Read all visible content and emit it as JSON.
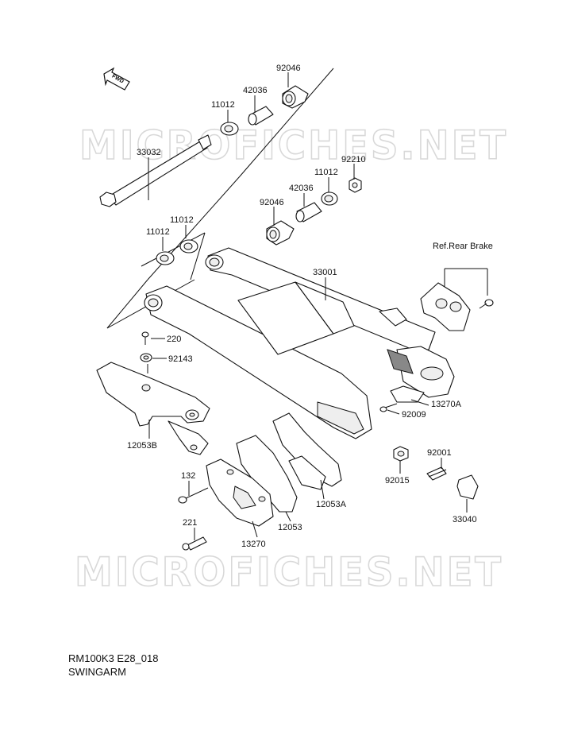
{
  "diagram": {
    "fwd_icon": "fwd-arrow-icon",
    "fwd_label": "FWD",
    "watermarks": [
      "MICROFICHES.NET",
      "MICROFICHES.NET"
    ],
    "ref_note": "Ref.Rear Brake",
    "labels": {
      "p92046_top": "92046",
      "p42036_top": "42036",
      "p11012_top": "11012",
      "p33032": "33032",
      "p92210": "92210",
      "p11012_mid": "11012",
      "p42036_mid": "42036",
      "p92046_mid": "92046",
      "p11012_l1": "11012",
      "p11012_l2": "11012",
      "p33001": "33001",
      "p220": "220",
      "p92143": "92143",
      "p12053B": "12053B",
      "p13270A": "13270A",
      "p92009": "92009",
      "p92001": "92001",
      "p92015": "92015",
      "p33040": "33040",
      "p132": "132",
      "p12053A": "12053A",
      "p12053": "12053",
      "p221": "221",
      "p13270": "13270"
    }
  },
  "caption": {
    "code": "RM100K3 E28_018",
    "title": "SWINGARM"
  }
}
